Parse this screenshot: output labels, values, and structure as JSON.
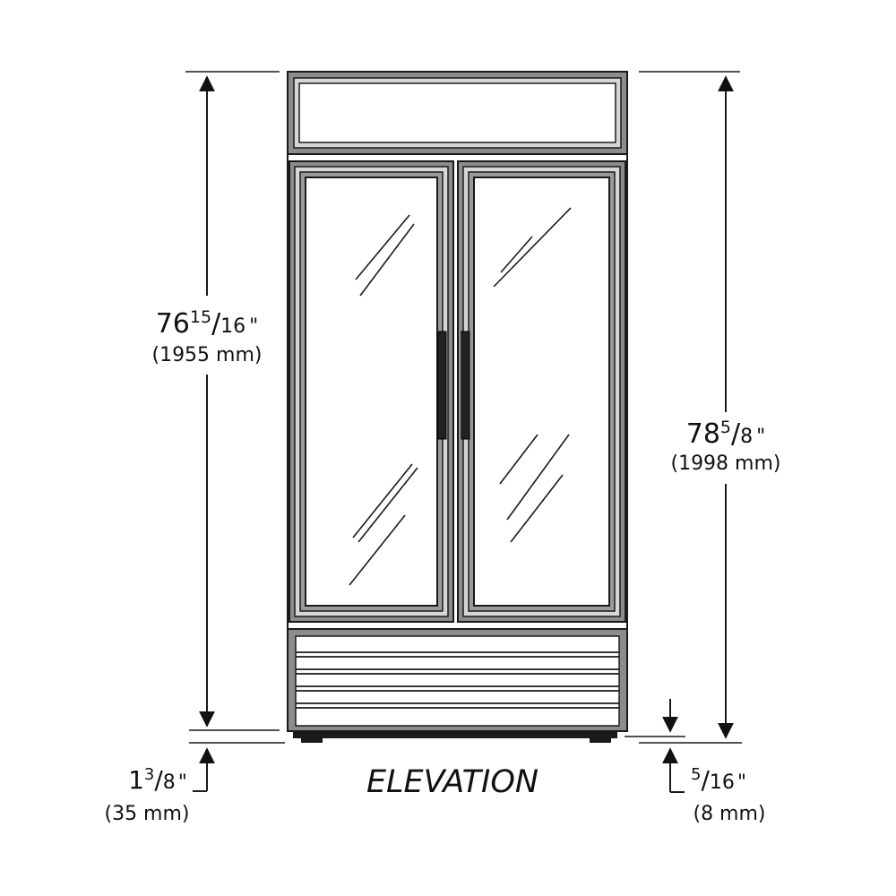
{
  "view_title": "ELEVATION",
  "dimensions": {
    "left_height": {
      "whole": "76",
      "num": "15",
      "den": "16",
      "unit": "\"",
      "metric": "(1955 mm)"
    },
    "right_height": {
      "whole": "78",
      "num": "5",
      "den": "8",
      "unit": "\"",
      "metric": "(1998 mm)"
    },
    "left_bottom": {
      "whole": "1",
      "num": "3",
      "den": "8",
      "unit": "\"",
      "metric": "(35 mm)"
    },
    "right_bottom": {
      "whole": "",
      "num": "5",
      "den": "16",
      "unit": "\"",
      "metric": "(8 mm)"
    }
  },
  "colors": {
    "line": "#1a1a1a",
    "frame_fill": "#8c8c8c",
    "handle": "#222222"
  }
}
